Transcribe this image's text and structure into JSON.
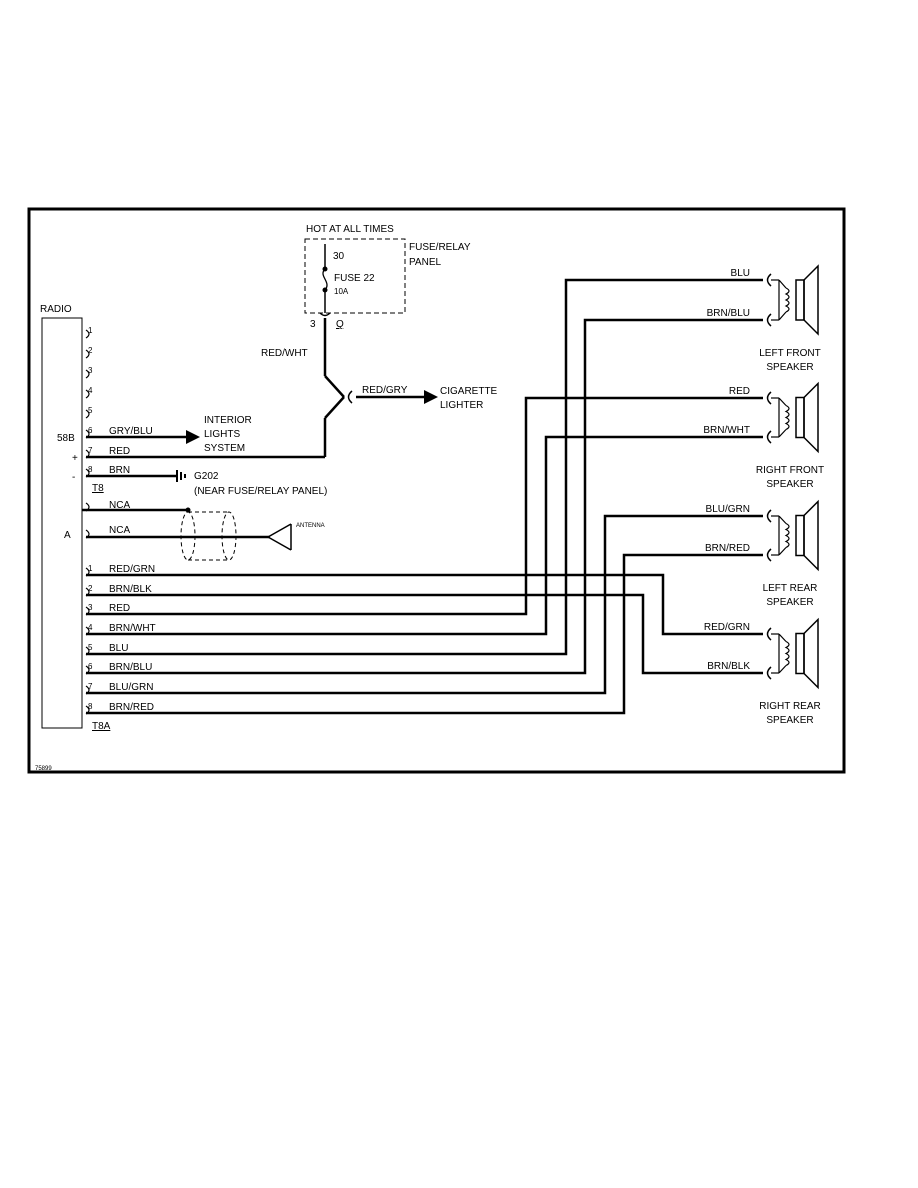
{
  "diagram_id": "75899",
  "hot_label": "HOT AT ALL TIMES",
  "fuse_panel": {
    "label_line1": "FUSE/RELAY",
    "label_line2": "PANEL",
    "terminal_in": "30",
    "fuse_name": "FUSE 22",
    "fuse_rating": "10A",
    "terminal_out": "3",
    "connector": "Q"
  },
  "radio": {
    "label": "RADIO",
    "connector_t8": "T8",
    "connector_t8a": "T8A",
    "pin_58b": "58B",
    "pin_plus": "+",
    "pin_minus": "-",
    "pin_a": "A",
    "upper_pins": [
      "1",
      "2",
      "3",
      "4",
      "5",
      "6",
      "7",
      "8"
    ],
    "lower_pins": [
      "1",
      "2",
      "3",
      "4",
      "5",
      "6",
      "7",
      "8"
    ]
  },
  "upper_wires": {
    "gry_blu": "GRY/BLU",
    "red": "RED",
    "brn": "BRN",
    "nca1": "NCA",
    "nca2": "NCA"
  },
  "supply_wires": {
    "red_wht": "RED/WHT",
    "red_gry": "RED/GRY"
  },
  "interior": {
    "line1": "INTERIOR",
    "line2": "LIGHTS",
    "line3": "SYSTEM"
  },
  "ground": {
    "line1": "G202",
    "line2": "(NEAR FUSE/RELAY PANEL)"
  },
  "lighter": {
    "line1": "CIGARETTE",
    "line2": "LIGHTER"
  },
  "antenna": "ANTENNA",
  "lower_wires": [
    "RED/GRN",
    "BRN/BLK",
    "RED",
    "BRN/WHT",
    "BLU",
    "BRN/BLU",
    "BLU/GRN",
    "BRN/RED"
  ],
  "speakers": [
    {
      "name1": "LEFT FRONT",
      "name2": "SPEAKER",
      "wire_top": "BLU",
      "wire_bottom": "BRN/BLU"
    },
    {
      "name1": "RIGHT FRONT",
      "name2": "SPEAKER",
      "wire_top": "RED",
      "wire_bottom": "BRN/WHT"
    },
    {
      "name1": "LEFT REAR",
      "name2": "SPEAKER",
      "wire_top": "BLU/GRN",
      "wire_bottom": "BRN/RED"
    },
    {
      "name1": "RIGHT REAR",
      "name2": "SPEAKER",
      "wire_top": "RED/GRN",
      "wire_bottom": "BRN/BLK"
    }
  ]
}
